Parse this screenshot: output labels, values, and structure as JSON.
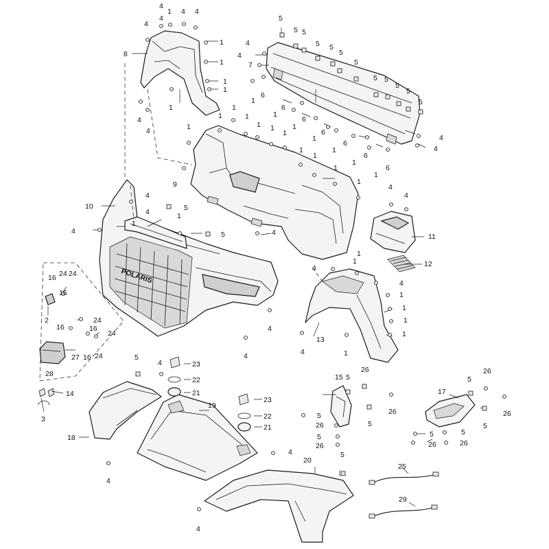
{
  "callouts": {
    "l1": "1",
    "l2": "2",
    "l3": "3",
    "l4": "4",
    "l5": "5",
    "l6": "6",
    "l7": "7",
    "l8": "8",
    "l9": "9",
    "l10": "10",
    "l11": "11",
    "l12": "12",
    "l13": "13",
    "l14": "14",
    "l15": "15",
    "l16": "16",
    "l17": "17",
    "l18": "18",
    "l19": "19",
    "l20": "20",
    "l21": "21",
    "l22": "22",
    "l23": "23",
    "l24": "24",
    "l25": "25",
    "l26": "26",
    "l27": "27",
    "l28": "28",
    "l29": "29"
  },
  "grille_text": "POLARIS",
  "colors": {
    "line": "#1a1a1a",
    "fill": "#f4f4f4",
    "shade": "#cfcfcf",
    "background": "#ffffff"
  }
}
